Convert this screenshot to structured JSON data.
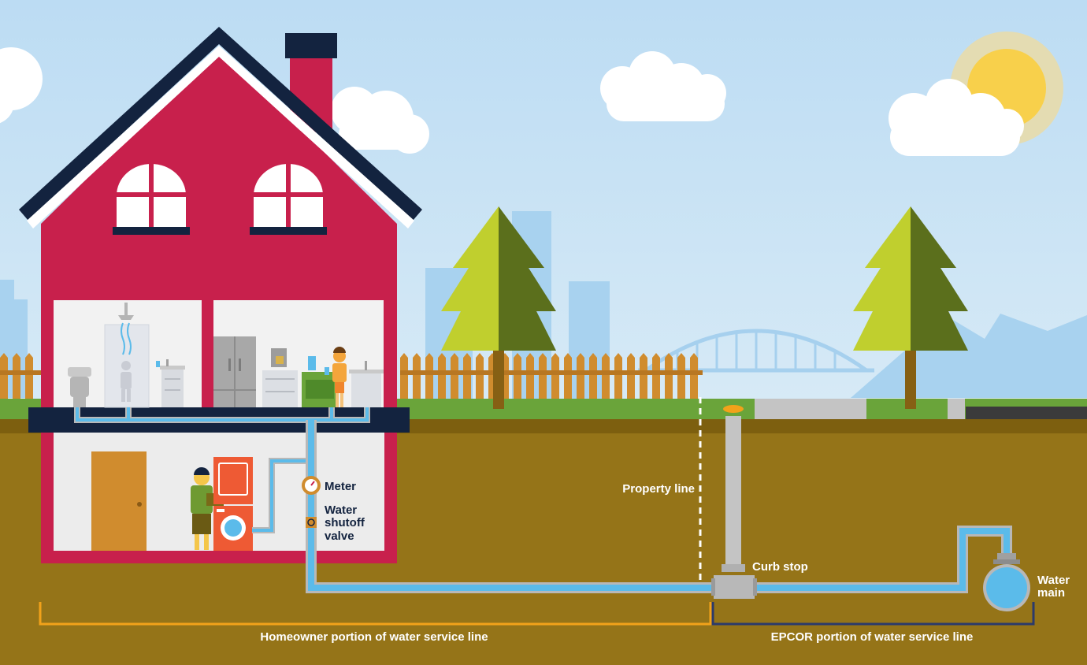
{
  "labels": {
    "meter": "Meter",
    "shutoff_line1": "Water",
    "shutoff_line2": "shutoff",
    "shutoff_line3": "valve",
    "property_line": "Property line",
    "curb_stop": "Curb stop",
    "water_main_line1": "Water",
    "water_main_line2": "main",
    "homeowner_portion": "Homeowner portion of water service line",
    "epcor_portion": "EPCOR portion of water service line"
  },
  "colors": {
    "sky": "#c9e3f5",
    "ground": "#957418",
    "grass": "#6aa43a",
    "house": "#c8204c",
    "roof_trim": "#13233f",
    "pipe_water": "#5bbbea",
    "pipe_grey": "#b8b8b8",
    "homeowner_bracket": "#f2a21a",
    "epcor_bracket": "#2b3a6b",
    "fence": "#d08c2e",
    "sun": "#f8d04b"
  },
  "icons": [
    "sun-icon",
    "cloud-icon",
    "tree-icon",
    "fence-icon",
    "bridge-icon",
    "toilet-icon",
    "shower-icon",
    "sink-icon",
    "fridge-icon",
    "stove-icon",
    "washer-icon",
    "dryer-icon",
    "door-icon",
    "person-icon",
    "meter-icon",
    "valve-icon",
    "curb-stop-icon",
    "water-main-icon"
  ]
}
